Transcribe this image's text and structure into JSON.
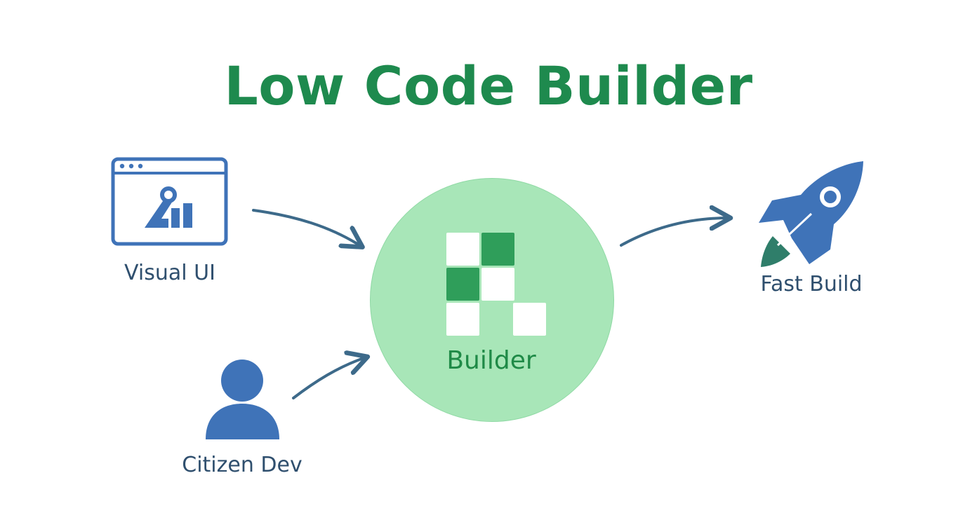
{
  "title": "Low Code Builder",
  "nodes": {
    "visual_ui": {
      "label": "Visual UI",
      "icon": "browser-window-chart-icon"
    },
    "citizen_dev": {
      "label": "Citizen Dev",
      "icon": "person-icon"
    },
    "builder": {
      "label": "Builder",
      "icon": "grid-blocks-icon"
    },
    "fast_build": {
      "label": "Fast Build",
      "icon": "rocket-icon"
    }
  },
  "edges": [
    {
      "from": "visual_ui",
      "to": "builder"
    },
    {
      "from": "citizen_dev",
      "to": "builder"
    },
    {
      "from": "builder",
      "to": "fast_build"
    }
  ],
  "colors": {
    "title": "#1e8a4e",
    "icon_blue": "#3f73b8",
    "label_text": "#2f4f6e",
    "hub_fill": "#a8e6b8",
    "hub_text": "#1f8a47",
    "arrow": "#3d6a8a",
    "block_dark": "#2f9e5a",
    "rocket_flame": "#2f7e6a"
  }
}
